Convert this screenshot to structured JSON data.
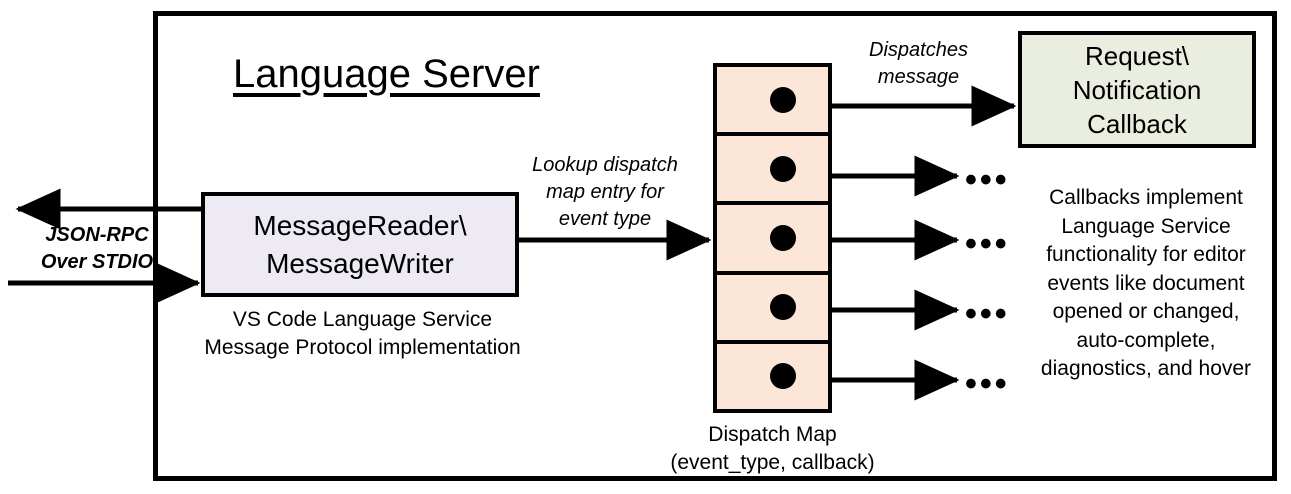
{
  "diagram": {
    "title": "Language Server",
    "outer_border_color": "#000000"
  },
  "nodes": {
    "message_box": {
      "label": "MessageReader\\\nMessageWriter",
      "caption": "VS Code Language Service\nMessage Protocol implementation",
      "fill": "#EDEAF4"
    },
    "dispatch_table": {
      "caption": "Dispatch Map\n(event_type, callback)",
      "fill": "#FBE6D8",
      "row_count": 5,
      "rows": [
        {
          "entry_dot": "dot",
          "target": "Request\\Notification Callback"
        },
        {
          "entry_dot": "dot",
          "target": "..."
        },
        {
          "entry_dot": "dot",
          "target": "..."
        },
        {
          "entry_dot": "dot",
          "target": "..."
        },
        {
          "entry_dot": "dot",
          "target": "..."
        }
      ]
    },
    "callback_box": {
      "label": "Request\\\nNotification\nCallback",
      "caption": "Callbacks implement\nLanguage Service\nfunctionality for editor\nevents like document\nopened or changed,\nauto-complete,\ndiagnostics, and hover",
      "fill": "#E9EEE0"
    }
  },
  "edges": {
    "external_io": "JSON-RPC\nOver STDIO",
    "lookup": "Lookup dispatch\nmap entry for\nevent type",
    "dispatch": "Dispatches\nmessage",
    "ellipsis": "•••"
  }
}
